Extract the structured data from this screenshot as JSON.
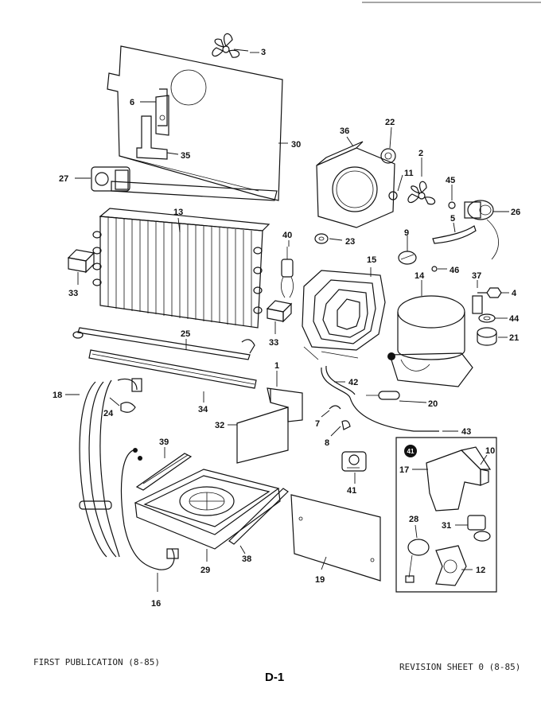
{
  "diagram": {
    "part_labels": {
      "p1": "1",
      "p2": "2",
      "p3": "3",
      "p4": "4",
      "p5": "5",
      "p6": "6",
      "p7": "7",
      "p8": "8",
      "p9": "9",
      "p10": "10",
      "p11": "11",
      "p12": "12",
      "p13": "13",
      "p14": "14",
      "p15": "15",
      "p16": "16",
      "p17": "17",
      "p18": "18",
      "p19": "19",
      "p20": "20",
      "p21": "21",
      "p22": "22",
      "p23": "23",
      "p24": "24",
      "p25": "25",
      "p26": "26",
      "p27": "27",
      "p28": "28",
      "p29": "29",
      "p30": "30",
      "p31": "31",
      "p32": "32",
      "p33a": "33",
      "p33b": "33",
      "p34": "34",
      "p35": "35",
      "p36": "36",
      "p37": "37",
      "p38": "38",
      "p39": "39",
      "p40": "40",
      "p41": "41",
      "p42": "42",
      "p43": "43",
      "p44": "44",
      "p45": "45",
      "p46": "46"
    },
    "marker_glyph": "41"
  },
  "footer": {
    "left": "FIRST PUBLICATION (8-85)",
    "right": "REVISION SHEET 0 (8-85)",
    "page_id": "D-1"
  }
}
